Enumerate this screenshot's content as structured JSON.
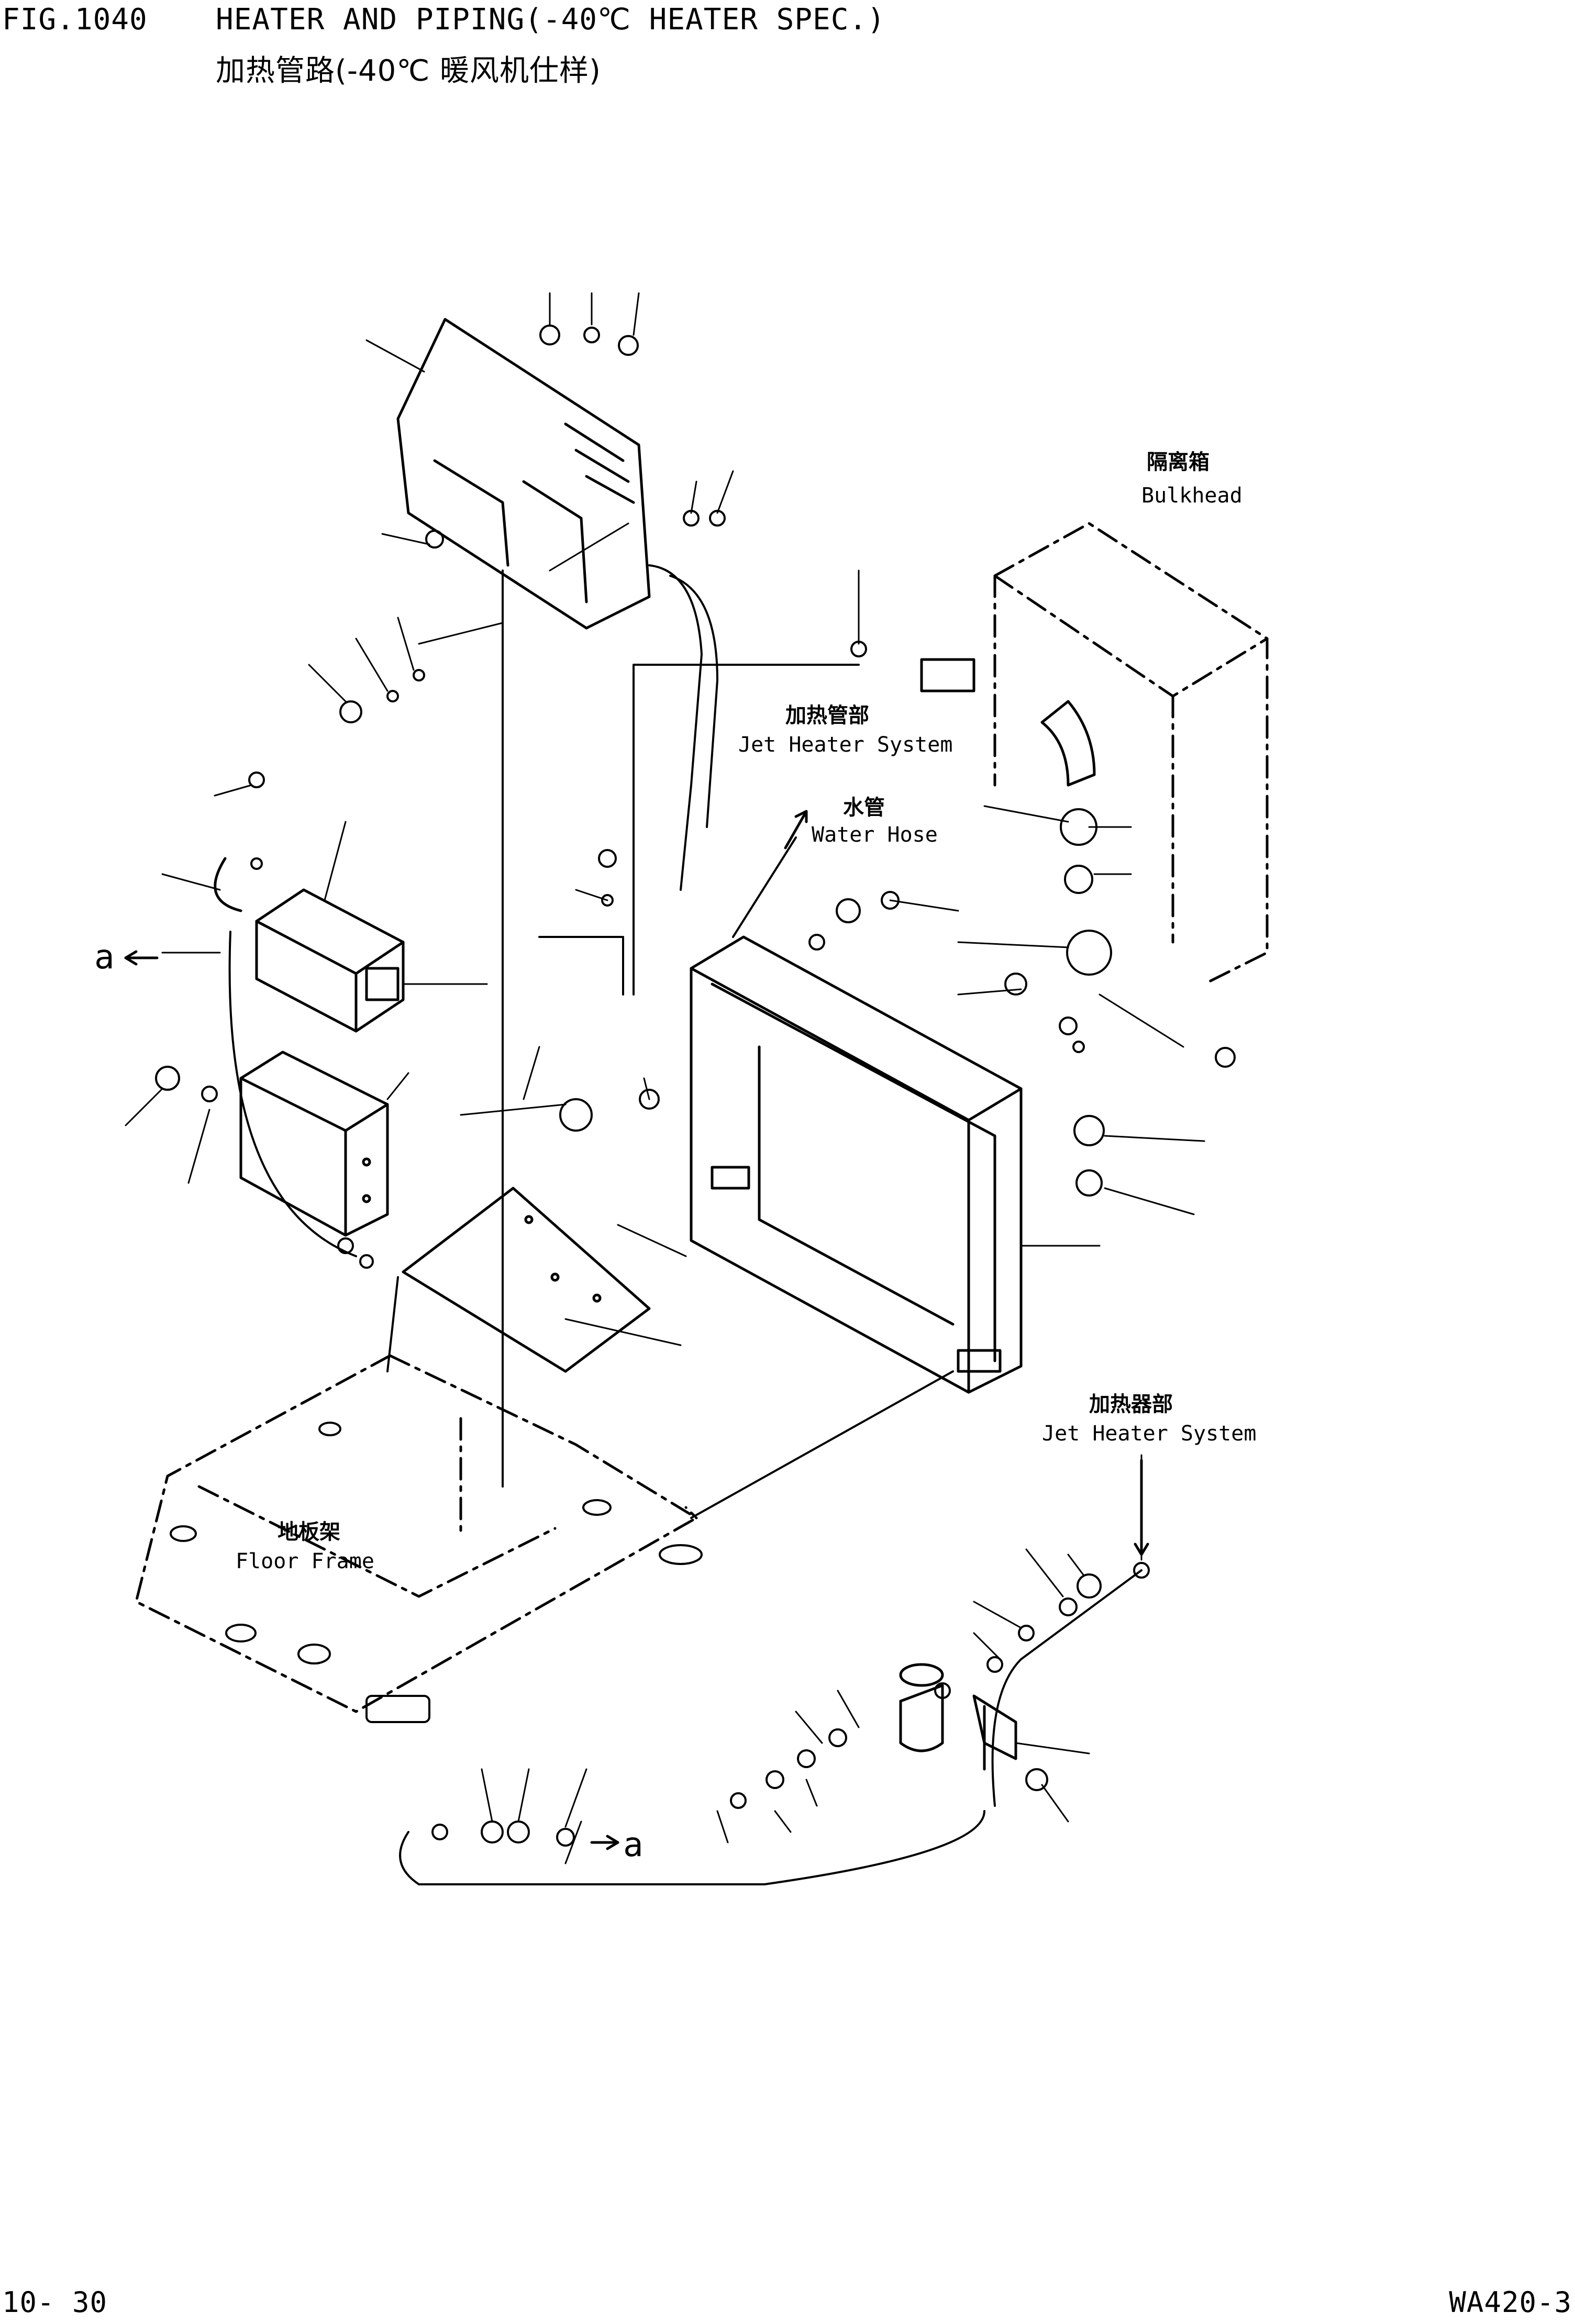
{
  "header": {
    "fig_no": "FIG.1040",
    "title_en": "HEATER AND PIPING(-40℃ HEATER SPEC.)",
    "title_zh": "加热管路(-40℃ 暖风机仕样)"
  },
  "labels": {
    "bulkhead_zh": "隔离箱",
    "bulkhead_en": "Bulkhead",
    "jet_heater_piping_zh": "加热管部",
    "jet_heater_piping_en": "Jet Heater System",
    "water_hose_zh": "水管",
    "water_hose_en": "Water Hose",
    "jet_heater_unit_zh": "加热器部",
    "jet_heater_unit_en": "Jet Heater System",
    "floor_frame_zh": "地板架",
    "floor_frame_en": "Floor Frame",
    "ref_a_left": "a",
    "ref_a_bottom": "a"
  },
  "footer": {
    "page_no": "10- 30",
    "model": "WA420-3"
  }
}
